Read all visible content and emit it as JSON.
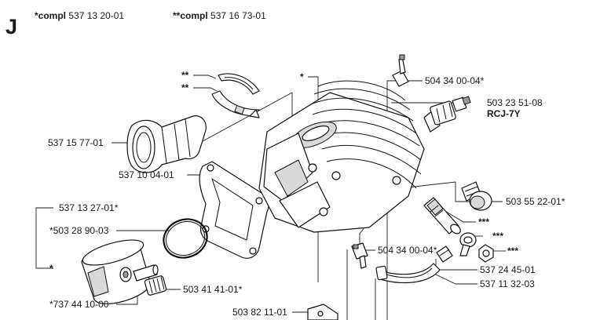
{
  "section_letter": "J",
  "header": {
    "compl_1": {
      "prefix": "*compl",
      "number": "537 13 20-01"
    },
    "compl_2": {
      "prefix": "**compl",
      "number": "537 16 73-01"
    }
  },
  "parts": {
    "ring_half_1_marker": "**",
    "ring_half_2_marker": "**",
    "cylinder_marker": "*",
    "nipple": "504 34 00-04*",
    "spark_plug": "503 23 51-08",
    "spark_plug_type": "RCJ-7Y",
    "intake_manifold": "537 15 77-01",
    "gasket": "537 10 04-01",
    "piston_assembly": "537 13 27-01*",
    "piston_ring": "*503 28 90-03",
    "piston_marker": "*",
    "piston_pin": "*737 44 10-00",
    "needle_bearing": "503 41 41-01*",
    "plug": "503 55 22-01*",
    "valve_marker": "***",
    "washer_marker": "***",
    "nut_marker": "***",
    "nipple_2": "504 34 00-04*",
    "fitting": "537 24 45-01",
    "hose": "537 11 32-03",
    "bottom_part": "503 82 11-01"
  }
}
